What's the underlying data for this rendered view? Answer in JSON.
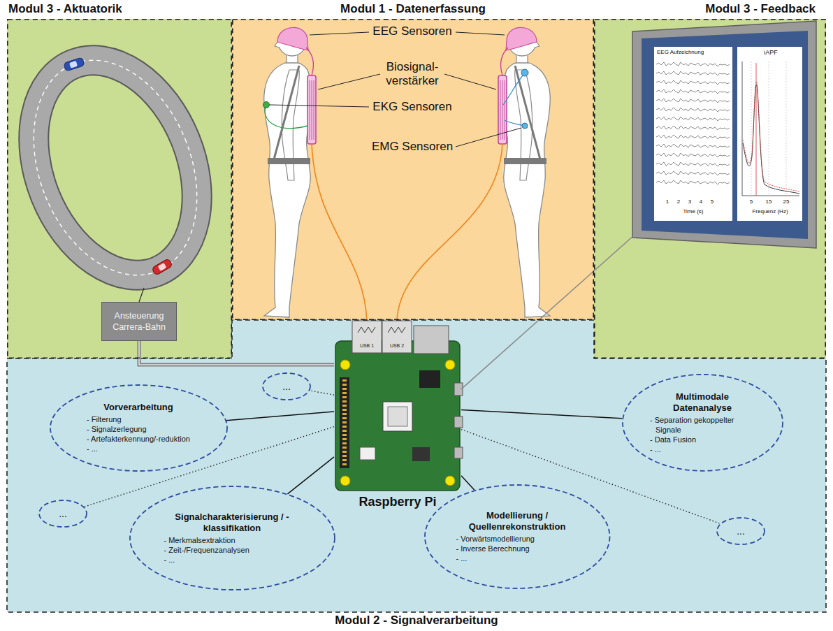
{
  "diagram": {
    "nodes": [
      {
        "text": [
          "Modul 3 - Aktuatorik"
        ]
      },
      {
        "text": [
          "Ansteuerung Carrera-Bahn"
        ],
        "in": 0
      },
      {
        "text": [
          "Modul 1 - Datenerfassung"
        ]
      },
      {
        "text": [
          "Modul 3 - Feedback"
        ]
      },
      {
        "text": [
          "EEG Aufzeichnung",
          "1",
          "2",
          "3",
          "4",
          "5",
          "Time (s)",
          "iAPF",
          "5",
          "15",
          "25",
          "Frequenz (Hz)"
        ],
        "in": 3
      },
      {
        "text": [
          "Modul 2 - Signalverarbeitung"
        ]
      },
      {
        "text": [
          "Raspberry Pi"
        ],
        "in": 5
      },
      {
        "text": [
          "..."
        ],
        "in": 5
      },
      {
        "text": [
          "Vorverarbeitung",
          "- Filterung",
          "- Signalzerlegung",
          "- Artefakterkennung/-reduktion",
          "- ..."
        ],
        "in": 5
      },
      {
        "text": [
          "Multimodale Datenanalyse",
          "- Separation gekoppelter Signale",
          "- Data Fusion",
          "- ..."
        ],
        "in": 5
      },
      {
        "text": [
          "Signalcharakterisierung / -klassifikation",
          "- Merkmalsextraktion",
          "- Zeit-/Frequenzanalysen",
          "- ..."
        ],
        "in": 5
      },
      {
        "text": [
          "Modellierung / Quellenrekonstruktion",
          "- Vorwärtsmodellierung",
          "- Inverse Berechnung",
          "- ..."
        ],
        "in": 5
      },
      {
        "text": [
          "..."
        ],
        "in": 5
      },
      {
        "text": [
          "..."
        ],
        "in": 5
      }
    ],
    "edges": [
      {
        "from": 1,
        "to": 6,
        "arrow": "none"
      },
      {
        "from": 4,
        "to": 6,
        "arrow": "none"
      },
      {
        "from": 6,
        "to": 8,
        "arrow": "none"
      },
      {
        "from": 6,
        "to": 7,
        "arrow": "none"
      },
      {
        "from": 6,
        "to": 9,
        "arrow": "none"
      },
      {
        "from": 6,
        "to": 10,
        "arrow": "none"
      },
      {
        "from": 6,
        "to": 11,
        "arrow": "none"
      },
      {
        "from": 6,
        "to": 12,
        "arrow": "none"
      },
      {
        "from": 6,
        "to": 13,
        "arrow": "none"
      }
    ],
    "labels": [
      "EEG Sensoren",
      "Biosignal- verstärker",
      "EKG Sensoren",
      "EMG Sensoren",
      "USB 1",
      "USB 2"
    ]
  }
}
